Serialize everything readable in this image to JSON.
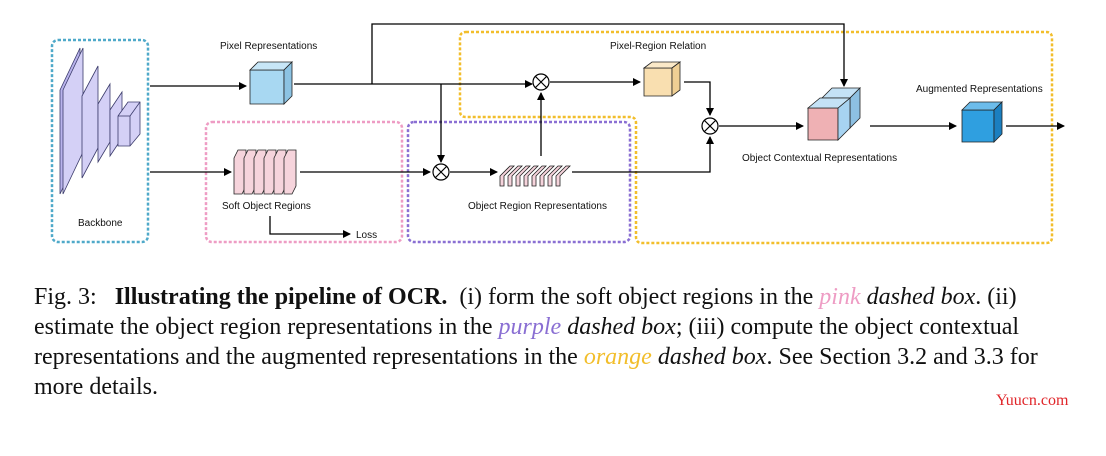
{
  "diagram": {
    "labels": {
      "pixel_representations": "Pixel Representations",
      "pixel_region_relation": "Pixel-Region Relation",
      "augmented_representations": "Augmented Representations",
      "backbone": "Backbone",
      "soft_object_regions": "Soft Object Regions",
      "object_region_representations": "Object Region Representations",
      "object_contextual_representations": "Object Contextual Representations",
      "loss": "Loss"
    },
    "colors": {
      "backbone_box": "#4fa9c9",
      "pink_box": "#ee9cc4",
      "purple_box": "#8a6fd3",
      "orange_box": "#f2be2b",
      "backbone_fill": "#d4d0f6",
      "pixel_cube": "#a8d8f2",
      "soft_region_fill": "#f6d4dc",
      "relation_cube": "#f9dfb0",
      "context_pink": "#efb1b4",
      "context_blue": "#a7d3f1",
      "augmented_cube": "#2f9fe0"
    }
  },
  "caption": {
    "fig_label": "Fig. 3:",
    "title": "Illustrating the pipeline of OCR.",
    "part1": "(i) form the soft object regions in the",
    "pink_word": "pink",
    "dashed_box_1": "dashed box",
    "part2": ". (ii) estimate the object region representations in the",
    "purple_word": "purple",
    "dashed_box_2": "dashed box",
    "part3": "; (iii) compute the object contextual representations and the augmented representations in the",
    "orange_word": "orange",
    "dashed_box_3": "dashed box",
    "part4": ". See Section 3.2 and 3.3 for more details."
  },
  "watermark": "Yuucn.com"
}
